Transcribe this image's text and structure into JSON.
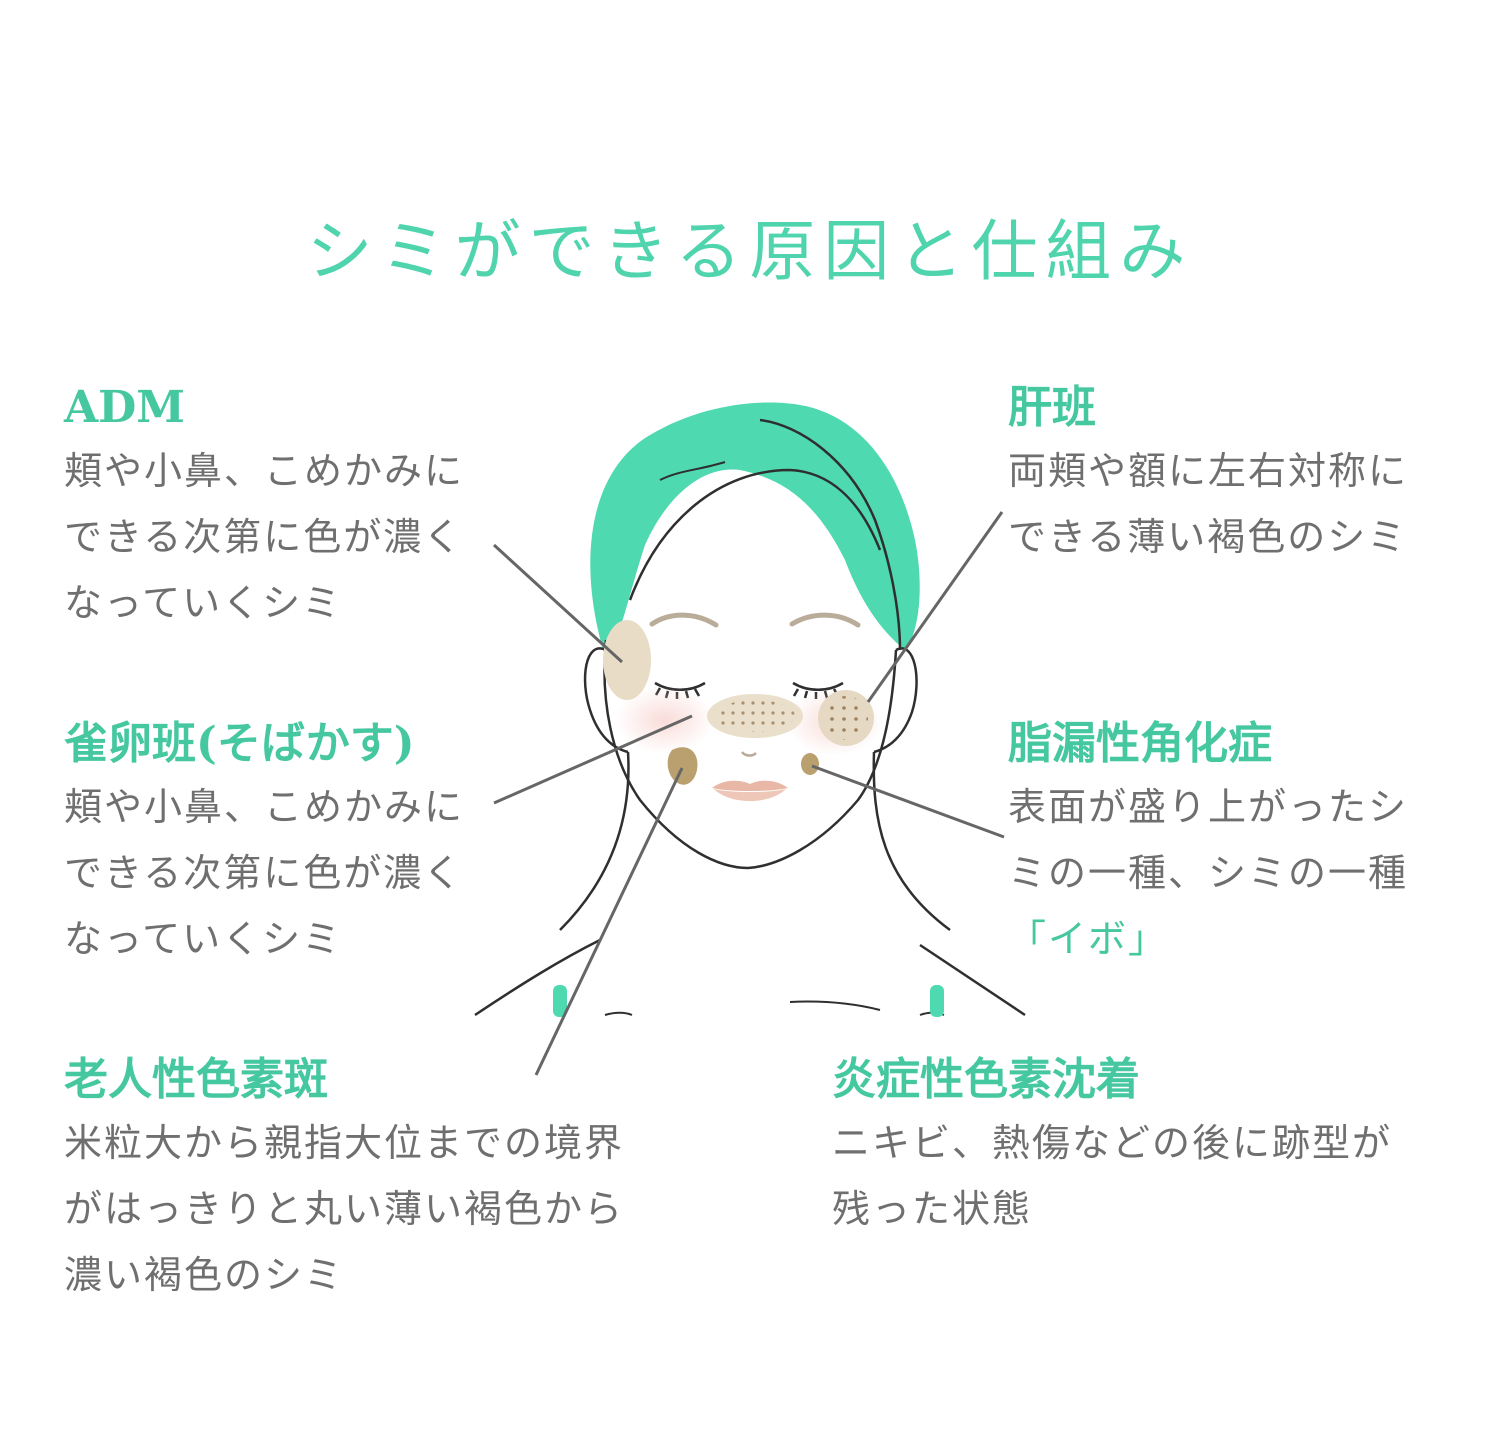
{
  "title": "シミができる原因と仕組み",
  "colors": {
    "accent": "#4fd4ad",
    "heading": "#45c79f",
    "body_text": "#6f6f6f",
    "hair": "#4fd9b0",
    "spot_light": "#e9dcc6",
    "spot_dark": "#b9a06e",
    "lips": "#e8b7a5",
    "line": "#555555"
  },
  "labels": {
    "adm": {
      "heading": "ADM",
      "lines": [
        "頬や小鼻、こめかみに",
        "できる次第に色が濃く",
        "なっていくシミ"
      ]
    },
    "kanpan": {
      "heading": "肝班",
      "lines": [
        "両頬や額に左右対称に",
        "できる薄い褐色のシミ"
      ]
    },
    "sobakasu": {
      "heading": "雀卵班(そばかす)",
      "lines": [
        "頬や小鼻、こめかみに",
        "できる次第に色が濃く",
        "なっていくシミ"
      ]
    },
    "shiro": {
      "heading": "脂漏性角化症",
      "lines": [
        "表面が盛り上がったシ",
        "ミの一種、シミの一種"
      ],
      "accent_line": "「イボ」"
    },
    "rojin": {
      "heading": "老人性色素斑",
      "lines": [
        "米粒大から親指大位までの境界",
        "がはっきりと丸い薄い褐色から",
        "濃い褐色のシミ"
      ]
    },
    "ensho": {
      "heading": "炎症性色素沈着",
      "lines": [
        "ニキビ、熱傷などの後に跡型が",
        "残った状態"
      ]
    }
  },
  "illustration": {
    "subject": "face-illustration",
    "hair_color": "#4fd9b0"
  }
}
